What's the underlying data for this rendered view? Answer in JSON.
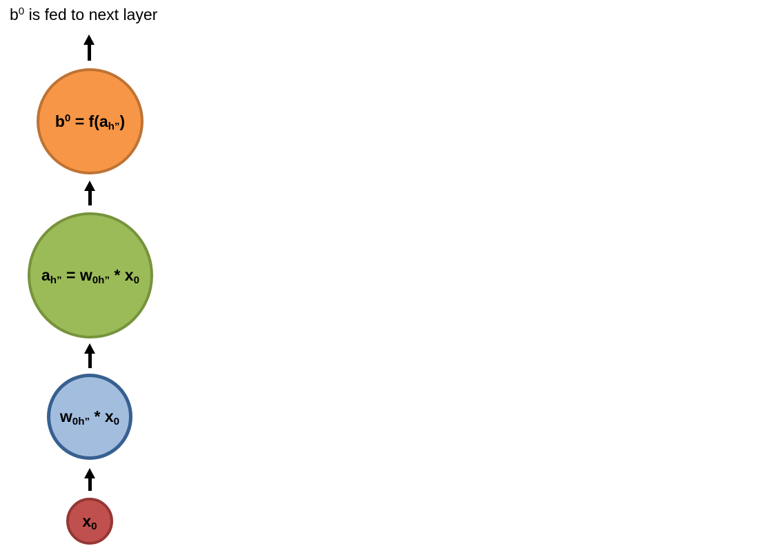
{
  "title": {
    "segments": [
      {
        "t": "b"
      },
      {
        "t": "0",
        "s": "sup"
      },
      {
        "t": " is fed to next layer"
      }
    ]
  },
  "nodes": [
    {
      "name": "output",
      "fill": "#F79646",
      "stroke": "#BE7334",
      "label": [
        {
          "t": "b"
        },
        {
          "t": "0",
          "s": "sup"
        },
        {
          "t": " = f(a"
        },
        {
          "t": "h”",
          "s": "sub"
        },
        {
          "t": ")"
        }
      ]
    },
    {
      "name": "activation",
      "fill": "#9BBB59",
      "stroke": "#77933C",
      "label": [
        {
          "t": "a"
        },
        {
          "t": "h”",
          "s": "sub"
        },
        {
          "t": " = w"
        },
        {
          "t": "0h”",
          "s": "sub"
        },
        {
          "t": " * x"
        },
        {
          "t": "0",
          "s": "sub"
        }
      ]
    },
    {
      "name": "weighted-input",
      "fill": "#A3BDDE",
      "stroke": "#376091",
      "label": [
        {
          "t": "w"
        },
        {
          "t": "0h”",
          "s": "sub"
        },
        {
          "t": " * x"
        },
        {
          "t": "0",
          "s": "sub"
        }
      ]
    },
    {
      "name": "input",
      "fill": "#C0504D",
      "stroke": "#953735",
      "label": [
        {
          "t": "x"
        },
        {
          "t": "0",
          "s": "sub"
        }
      ]
    }
  ],
  "arrow_color": "#000000"
}
